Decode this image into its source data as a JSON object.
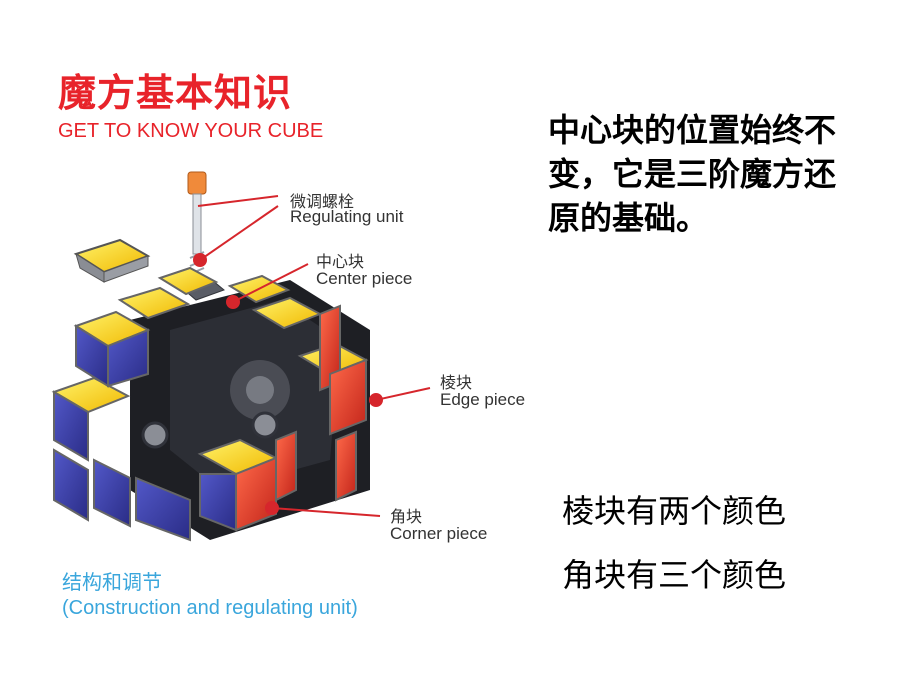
{
  "heading": {
    "title_cn": "魔方基本知识",
    "title_en": "GET TO KNOW YOUR CUBE"
  },
  "callouts": {
    "regulating": {
      "cn": "微调螺栓",
      "en": "Regulating unit"
    },
    "center": {
      "cn": "中心块",
      "en": "Center piece"
    },
    "edge": {
      "cn": "棱块",
      "en": "Edge piece"
    },
    "corner": {
      "cn": "角块",
      "en": "Corner piece"
    }
  },
  "footer": {
    "cn": "结构和调节",
    "en": "(Construction and regulating unit)"
  },
  "right_text": {
    "lines": [
      "中心块的位置始终不",
      "变，它是三阶魔方还",
      "原的基础。"
    ]
  },
  "facts": {
    "edge": "棱块有两个颜色",
    "corner": "角块有三个颜色"
  },
  "colors": {
    "title_red": "#e8232a",
    "footer_blue": "#3aa6dc",
    "cube_yellow": "#f6d20c",
    "cube_blue": "#3b3fa6",
    "cube_red": "#e23b2a",
    "callout_red": "#d6262c"
  },
  "icons": [
    "screw-icon"
  ]
}
